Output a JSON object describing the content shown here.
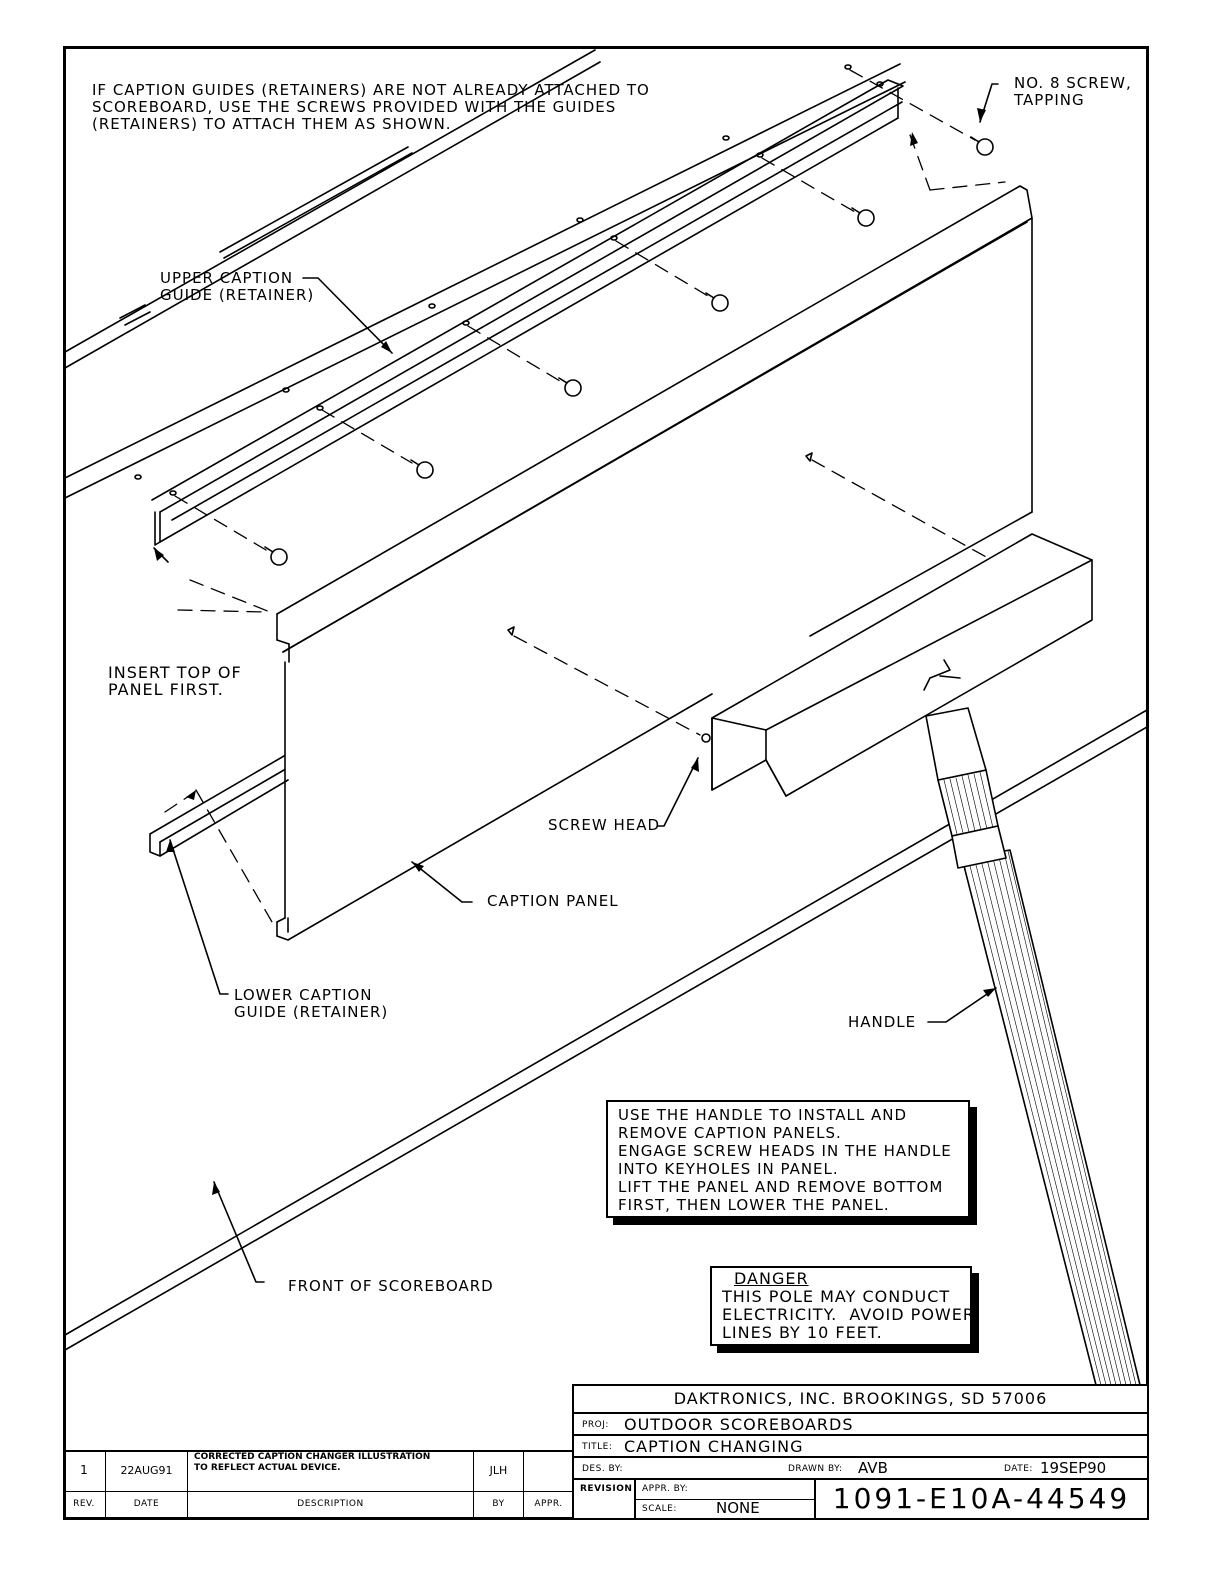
{
  "notes": {
    "guides_note": [
      "IF CAPTION GUIDES (RETAINERS) ARE NOT ALREADY ATTACHED TO",
      "SCOREBOARD, USE THE SCREWS PROVIDED WITH THE GUIDES",
      "(RETAINERS) TO ATTACH THEM AS SHOWN."
    ],
    "screw_label": [
      "NO. 8 SCREW,",
      "TAPPING"
    ],
    "upper_guide_label": [
      "UPPER CAPTION",
      "GUIDE (RETAINER)"
    ],
    "insert_label": [
      "INSERT TOP OF",
      "PANEL FIRST."
    ],
    "screw_head_label": "SCREW HEAD",
    "caption_panel_label": "CAPTION PANEL",
    "lower_guide_label": [
      "LOWER CAPTION",
      "GUIDE (RETAINER)"
    ],
    "handle_label": "HANDLE",
    "front_label": "FRONT OF SCOREBOARD"
  },
  "instructions_box": [
    "USE THE HANDLE TO INSTALL AND",
    "REMOVE CAPTION PANELS.",
    "ENGAGE SCREW HEADS IN THE HANDLE",
    "INTO KEYHOLES IN PANEL.",
    "LIFT THE PANEL AND REMOVE BOTTOM",
    "FIRST, THEN LOWER THE PANEL."
  ],
  "danger_box": {
    "title": "DANGER",
    "lines": [
      "THIS POLE MAY CONDUCT",
      "ELECTRICITY.  AVOID POWER",
      "LINES BY 10 FEET."
    ]
  },
  "title_block": {
    "company": "DAKTRONICS, INC.   BROOKINGS, SD 57006",
    "proj_label": "PROJ:",
    "proj": "OUTDOOR SCOREBOARDS",
    "title_label": "TITLE:",
    "title": "CAPTION CHANGING",
    "des_by_label": "DES. BY:",
    "drawn_by_label": "DRAWN BY:",
    "drawn_by": "AVB",
    "date_label": "DATE:",
    "date": "19SEP90",
    "revision_label": "REVISION",
    "appr_by_label": "APPR. BY:",
    "scale_label": "SCALE:",
    "scale": "NONE",
    "drawing_number": "1091-E10A-44549"
  },
  "revision_table": {
    "headers": {
      "rev": "REV.",
      "date": "DATE",
      "description": "DESCRIPTION",
      "by": "BY",
      "appr": "APPR."
    },
    "row": {
      "rev": "1",
      "date": "22AUG91",
      "description": [
        "CORRECTED CAPTION CHANGER ILLUSTRATION",
        "TO REFLECT ACTUAL DEVICE."
      ],
      "by": "JLH",
      "appr": ""
    }
  }
}
